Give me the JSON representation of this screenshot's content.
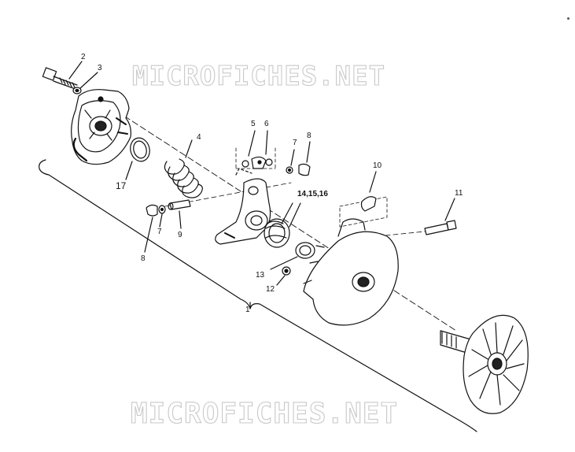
{
  "watermark": {
    "top": "MICROFICHES.NET",
    "bottom": "MICROFICHES.NET"
  },
  "callouts": {
    "c1": "1",
    "c2": "2",
    "c3": "3",
    "c4": "4",
    "c5": "5",
    "c6": "6",
    "c7a": "7",
    "c7b": "7",
    "c8a": "8",
    "c8b": "8",
    "c9": "9",
    "c10": "10",
    "c11": "11",
    "c12": "12",
    "c13": "13",
    "c14": "14,15,16",
    "c17": "17"
  },
  "colors": {
    "ink": "#111111",
    "watermark_outline": "#c9c9c9"
  }
}
